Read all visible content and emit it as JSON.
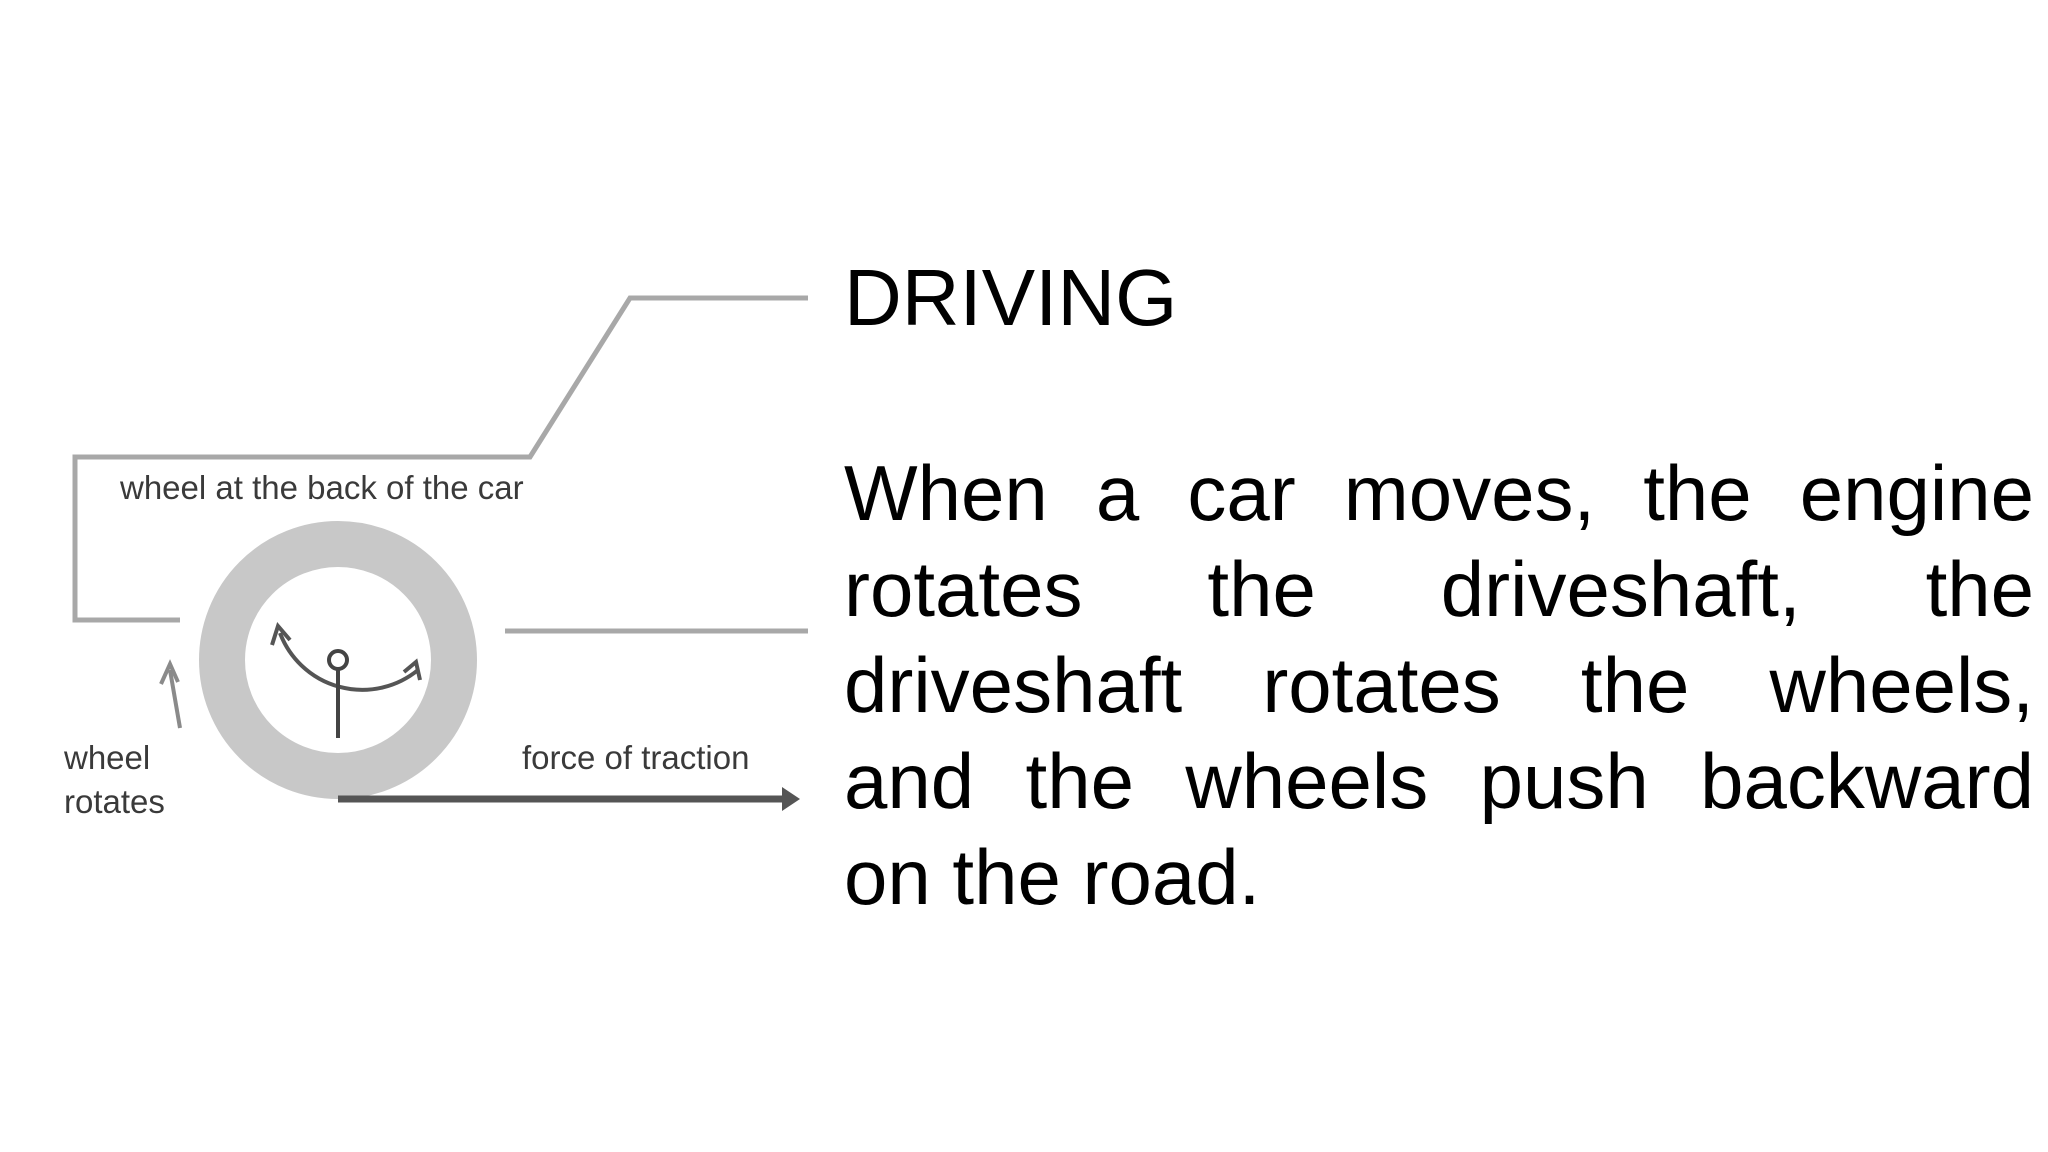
{
  "diagram": {
    "label_top": "wheel at the back of the car",
    "label_rotates": [
      "wheel",
      "rotates"
    ],
    "label_traction": "force of traction",
    "colors": {
      "outline": "#a8a8a8",
      "wheel": "#c8c8c8",
      "arrow_dark": "#555555",
      "arrow_light": "#8a8a8a"
    }
  },
  "title": "DRIVING",
  "paragraph_lines": [
    "When a car moves, the engine",
    "rotates the driveshaft, the",
    "driveshaft rotates the wheels,",
    "and the wheels push backward",
    "on the road."
  ]
}
